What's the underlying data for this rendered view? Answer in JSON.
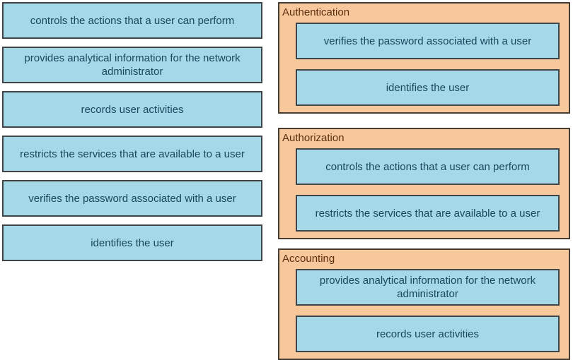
{
  "exercise": {
    "kind": "aaa-drag-and-drop-matching"
  },
  "colors": {
    "option_fill": "#a6d9e8",
    "option_border": "#3f4448",
    "option_text": "#17485e",
    "category_fill": "#f7c89b",
    "category_border": "#473c31",
    "category_title_text": "#5e2f0f",
    "page_background": "#ffffff"
  },
  "source_options": [
    "controls the actions that a user can perform",
    "provides analytical information for the network administrator",
    "records user activities",
    "restricts the services that are available to a user",
    "verifies the password associated with a user",
    "identifies the user"
  ],
  "categories": [
    {
      "title": "Authentication",
      "items": [
        "verifies the password associated with a user",
        "identifies the user"
      ]
    },
    {
      "title": "Authorization",
      "items": [
        "controls the actions that a user can perform",
        "restricts the services that are available to a user"
      ]
    },
    {
      "title": "Accounting",
      "items": [
        "provides analytical information for the network administrator",
        "records user activities"
      ]
    }
  ]
}
